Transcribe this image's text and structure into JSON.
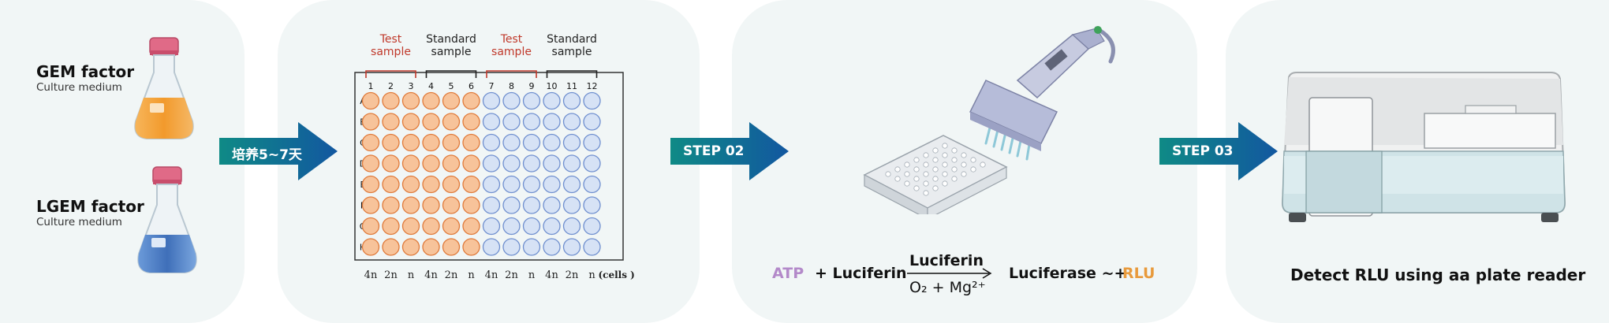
{
  "flasks": [
    {
      "title": "GEM factor",
      "subtitle": "Culture medium",
      "liquid_color": "#f4a441"
    },
    {
      "title": "LGEM factor",
      "subtitle": "Culture medium",
      "liquid_color": "#4a7fc9"
    }
  ],
  "arrows": [
    {
      "label": "培养5~7天"
    },
    {
      "label": "STEP 02"
    },
    {
      "label": "STEP 03"
    }
  ],
  "plate": {
    "groups": [
      {
        "label": "Test sample",
        "color": "#c0392b"
      },
      {
        "label": "Standard sample",
        "color": "#222222"
      },
      {
        "label": "Test sample",
        "color": "#c0392b"
      },
      {
        "label": "Standard sample",
        "color": "#222222"
      }
    ],
    "columns": [
      "1",
      "2",
      "3",
      "4",
      "5",
      "6",
      "7",
      "8",
      "9",
      "10",
      "11",
      "12"
    ],
    "rows": [
      "A",
      "B",
      "C",
      "D",
      "E",
      "F",
      "G",
      "H"
    ],
    "cells_labels": [
      "4n",
      "2n",
      "n",
      "4n",
      "2n",
      "n",
      "4n",
      "2n",
      "n",
      "4n",
      "2n",
      "n"
    ],
    "cells_unit": "(cells )",
    "orange_well": "#f7c39a",
    "blue_well": "#d6e2f5"
  },
  "reaction": {
    "atp": "ATP",
    "plus_luciferin": "+ Luciferin",
    "enzyme_top": "Luciferin",
    "enzyme_bottom": "O₂ + Mg²⁺",
    "product": "Luciferase ~+",
    "rlu": "RLU",
    "atp_color": "#b389c9",
    "rlu_color": "#e89a3c"
  },
  "detect_text": "Detect RLU using aa plate reader",
  "colors": {
    "panel_bg": "#f1f6f6",
    "arrow_teal": "#0f8a86",
    "arrow_blue": "#1257a0"
  }
}
